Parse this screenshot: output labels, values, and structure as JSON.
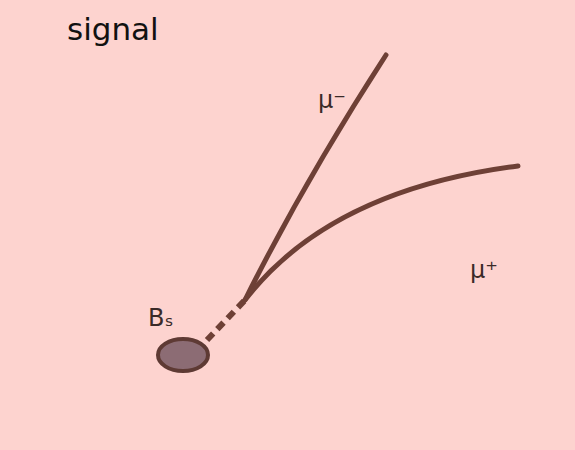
{
  "diagram": {
    "title": "signal",
    "labels": [
      "μ⁻",
      "μ⁺",
      "Bₛ"
    ]
  }
}
